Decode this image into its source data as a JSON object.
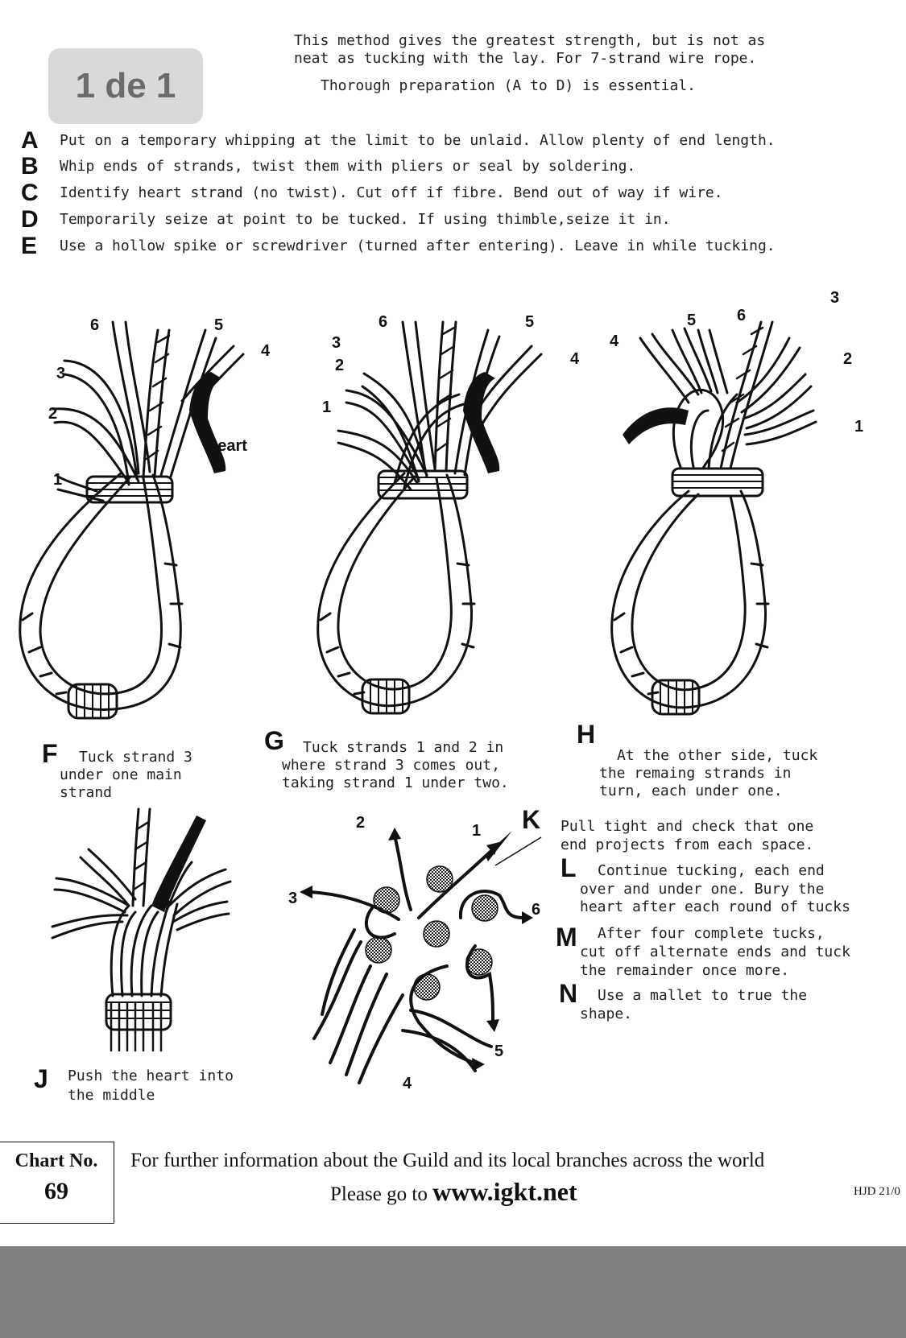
{
  "badge": "1 de 1",
  "intro": [
    "This method gives the greatest strength, but is not as",
    "neat as tucking with the lay.  For 7-strand wire rope.",
    "Thorough preparation (A to D) is essential."
  ],
  "steps": [
    {
      "letter": "A",
      "text": "Put on a temporary whipping at the limit to be unlaid.  Allow plenty of end length."
    },
    {
      "letter": "B",
      "text": "Whip ends of strands, twist them with pliers or seal by soldering."
    },
    {
      "letter": "C",
      "text": "Identify heart strand (no twist). Cut off if fibre. Bend out of way if wire."
    },
    {
      "letter": "D",
      "text": "Temporarily seize at point to be tucked. If using thimble,seize it in."
    },
    {
      "letter": "E",
      "text": "Use a hollow spike or screwdriver (turned after entering). Leave in while tucking."
    }
  ],
  "figures": {
    "f": {
      "labels": [
        "6",
        "5",
        "4",
        "3",
        "2",
        "1"
      ],
      "heart_label": "heart"
    },
    "g": {
      "labels": [
        "6",
        "5",
        "4",
        "3",
        "2",
        "1"
      ]
    },
    "h": {
      "labels": [
        "4",
        "5",
        "6",
        "3",
        "2",
        "1"
      ]
    },
    "k": {
      "labels": [
        "2",
        "1",
        "3",
        "6",
        "5",
        "4"
      ]
    }
  },
  "captions": {
    "F": {
      "letter": "F",
      "lines": [
        "Tuck strand 3",
        "under one main",
        "strand"
      ]
    },
    "G": {
      "letter": "G",
      "lines": [
        "Tuck strands 1 and 2 in",
        "where strand 3 comes out,",
        "taking strand 1 under two."
      ]
    },
    "H": {
      "letter": "H",
      "lines": [
        "At the other side, tuck",
        "the remaing strands in",
        "turn, each under one."
      ]
    },
    "J": {
      "letter": "J",
      "lines": [
        "Push the heart into",
        "the middle"
      ]
    },
    "K": {
      "letter": "K",
      "lines": [
        "Pull tight and check that one",
        "end projects from each space."
      ]
    },
    "L": {
      "letter": "L",
      "lines": [
        "Continue tucking, each end",
        "over and under one.  Bury the",
        "heart after each round of tucks"
      ]
    },
    "M": {
      "letter": "M",
      "lines": [
        "After four complete tucks,",
        "cut off alternate ends and tuck",
        "the remainder once more."
      ]
    },
    "N": {
      "letter": "N",
      "lines": [
        "Use a mallet to true the",
        "shape."
      ]
    }
  },
  "footer": {
    "chart_label": "Chart No.",
    "chart_number": "69",
    "info": "For further information about the Guild and its local branches across the world",
    "go_prefix": "Please go to ",
    "url": "www.igkt.net",
    "code": "HJD 21/0"
  }
}
